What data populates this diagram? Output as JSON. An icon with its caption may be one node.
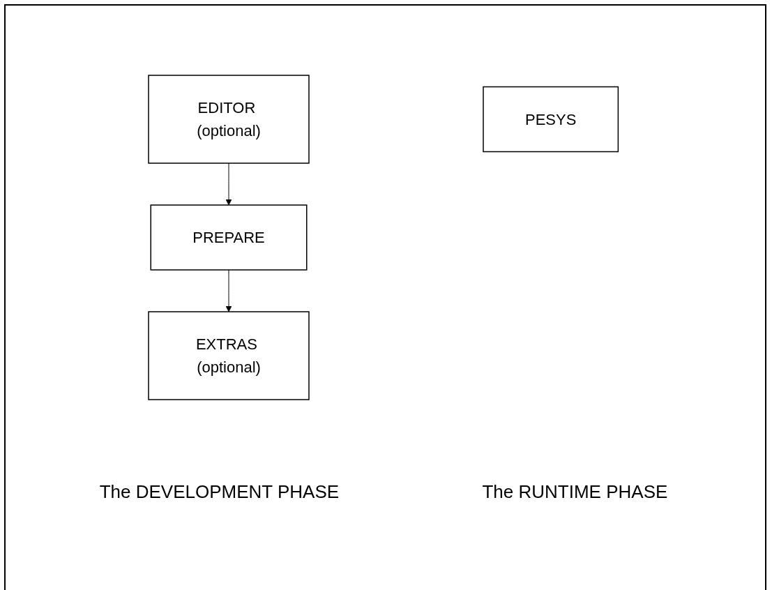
{
  "diagram": {
    "nodes": [
      {
        "text": [
          "EDITOR (optional)"
        ]
      },
      {
        "text": [
          "PREPARE"
        ]
      },
      {
        "text": [
          "EXTRAS (optional)"
        ]
      },
      {
        "text": [
          "PESYS"
        ]
      }
    ],
    "edges": [
      {
        "from": 0,
        "to": 1,
        "arrow": "to"
      },
      {
        "from": 1,
        "to": 2,
        "arrow": "to"
      }
    ],
    "labels": [
      "The DEVELOPMENT PHASE",
      "The RUNTIME PHASE"
    ]
  }
}
